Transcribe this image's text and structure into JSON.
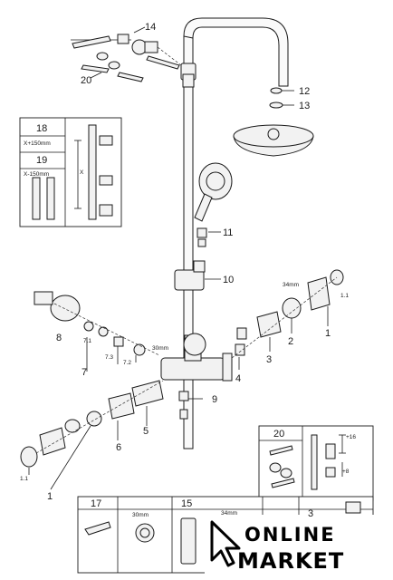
{
  "callouts": {
    "c1": "1",
    "c1b": "1",
    "c1_1": "1.1",
    "c1_1b": "1.1",
    "c2": "2",
    "c3": "3",
    "c4": "4",
    "c5": "5",
    "c6": "6",
    "c7": "7",
    "c7_1": "7.1",
    "c7_2": "7.2",
    "c7_3": "7.3",
    "c8": "8",
    "c9": "9",
    "c10": "10",
    "c11": "11",
    "c12": "12",
    "c13": "13",
    "c14": "14",
    "c20": "20"
  },
  "dimensions": {
    "d34mm_top": "34mm",
    "d30mm_mid": "30mm",
    "d30mm_box": "30mm",
    "d34mm_box": "34mm",
    "x_label": "X",
    "plus16": "+16",
    "plus8": "+8"
  },
  "inset_left": {
    "n18": "18",
    "r18": "X+150mm",
    "n19": "19",
    "r19": "X-150mm"
  },
  "inset_right": {
    "n20": "20"
  },
  "bottom_boxes": {
    "n17": "17",
    "n15": "15",
    "n3": "3"
  },
  "logo": {
    "line1": "ONLINE",
    "line2": "MARKET"
  },
  "colors": {
    "ink": "#1a1a1a",
    "paper": "#ffffff"
  }
}
